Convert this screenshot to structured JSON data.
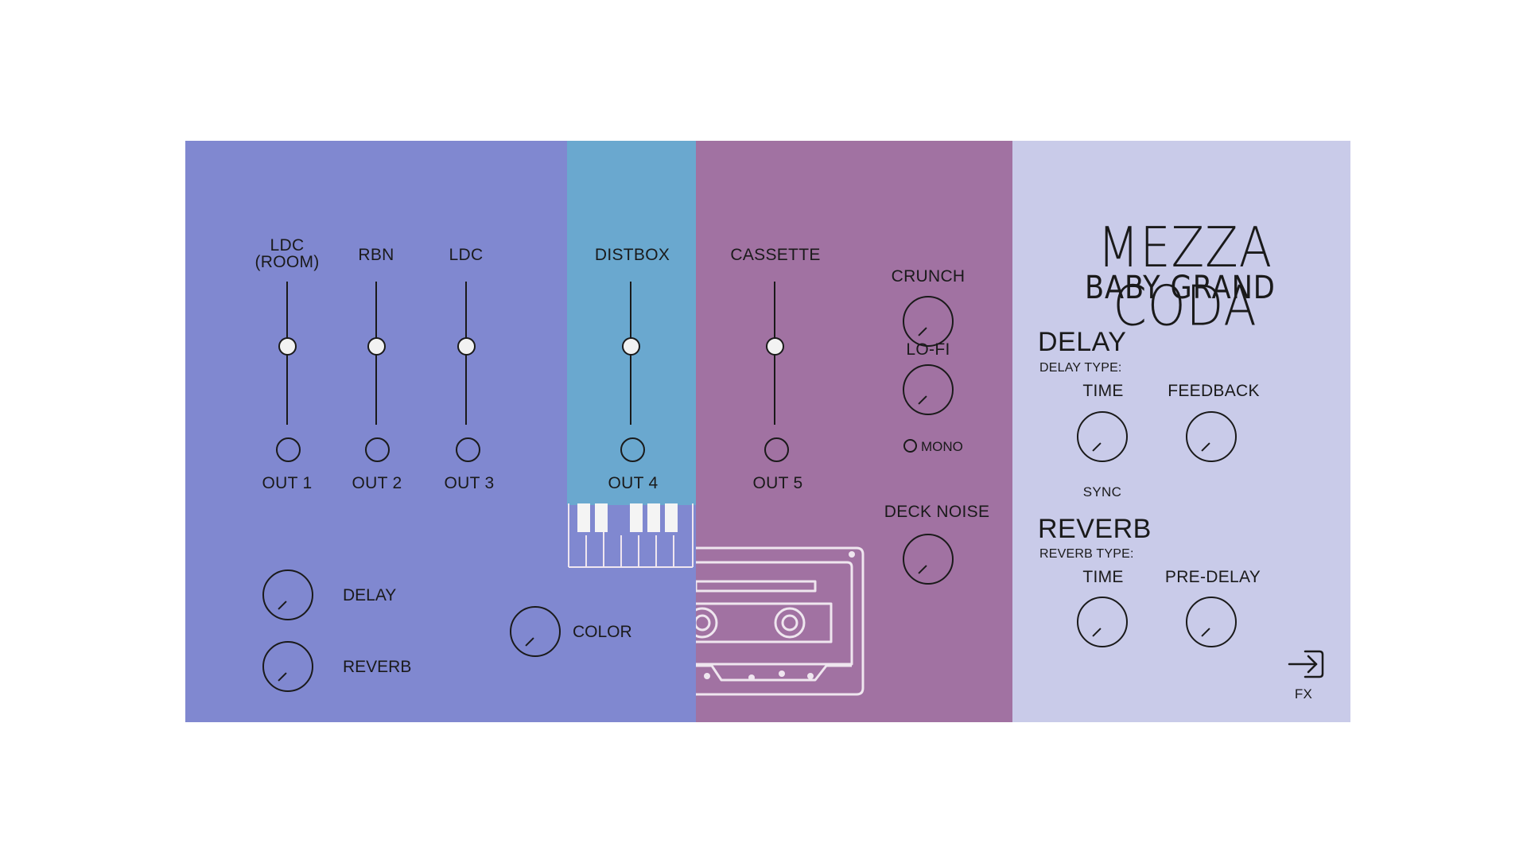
{
  "plugin": {
    "brand": {
      "title": "MEZZA CODA",
      "subtitle": "BABY GRAND"
    },
    "mics": {
      "channels": [
        {
          "label": "LDC\n(ROOM)",
          "out": "OUT 1"
        },
        {
          "label": "RBN",
          "out": "OUT 2"
        },
        {
          "label": "LDC",
          "out": "OUT 3"
        }
      ],
      "send_delay": "DELAY",
      "send_reverb": "REVERB"
    },
    "distbox": {
      "label": "DISTBOX",
      "out": "OUT 4",
      "color": "COLOR"
    },
    "cassette": {
      "label": "CASSETTE",
      "out": "OUT 5",
      "crunch": "CRUNCH",
      "lofi": "LO-FI",
      "mono": "MONO",
      "deck_noise": "DECK NOISE"
    },
    "fx": {
      "delay": {
        "heading": "DELAY",
        "type_label": "DELAY TYPE:",
        "time": "TIME",
        "feedback": "FEEDBACK",
        "sync": "SYNC"
      },
      "reverb": {
        "heading": "REVERB",
        "type_label": "REVERB TYPE:",
        "time": "TIME",
        "predelay": "PRE-DELAY"
      },
      "fx_button": "FX"
    },
    "colors": {
      "mics_panel": "#8088d0",
      "distbox_panel": "#6aa8cf",
      "cassette_panel": "#a172a2",
      "fx_panel": "#c9cbe9",
      "art_line": "#efe6ef"
    },
    "icons": {
      "fx_button": "enter-arrow-icon",
      "piano": "piano-keys-icon",
      "cassette": "cassette-tape-icon"
    }
  }
}
